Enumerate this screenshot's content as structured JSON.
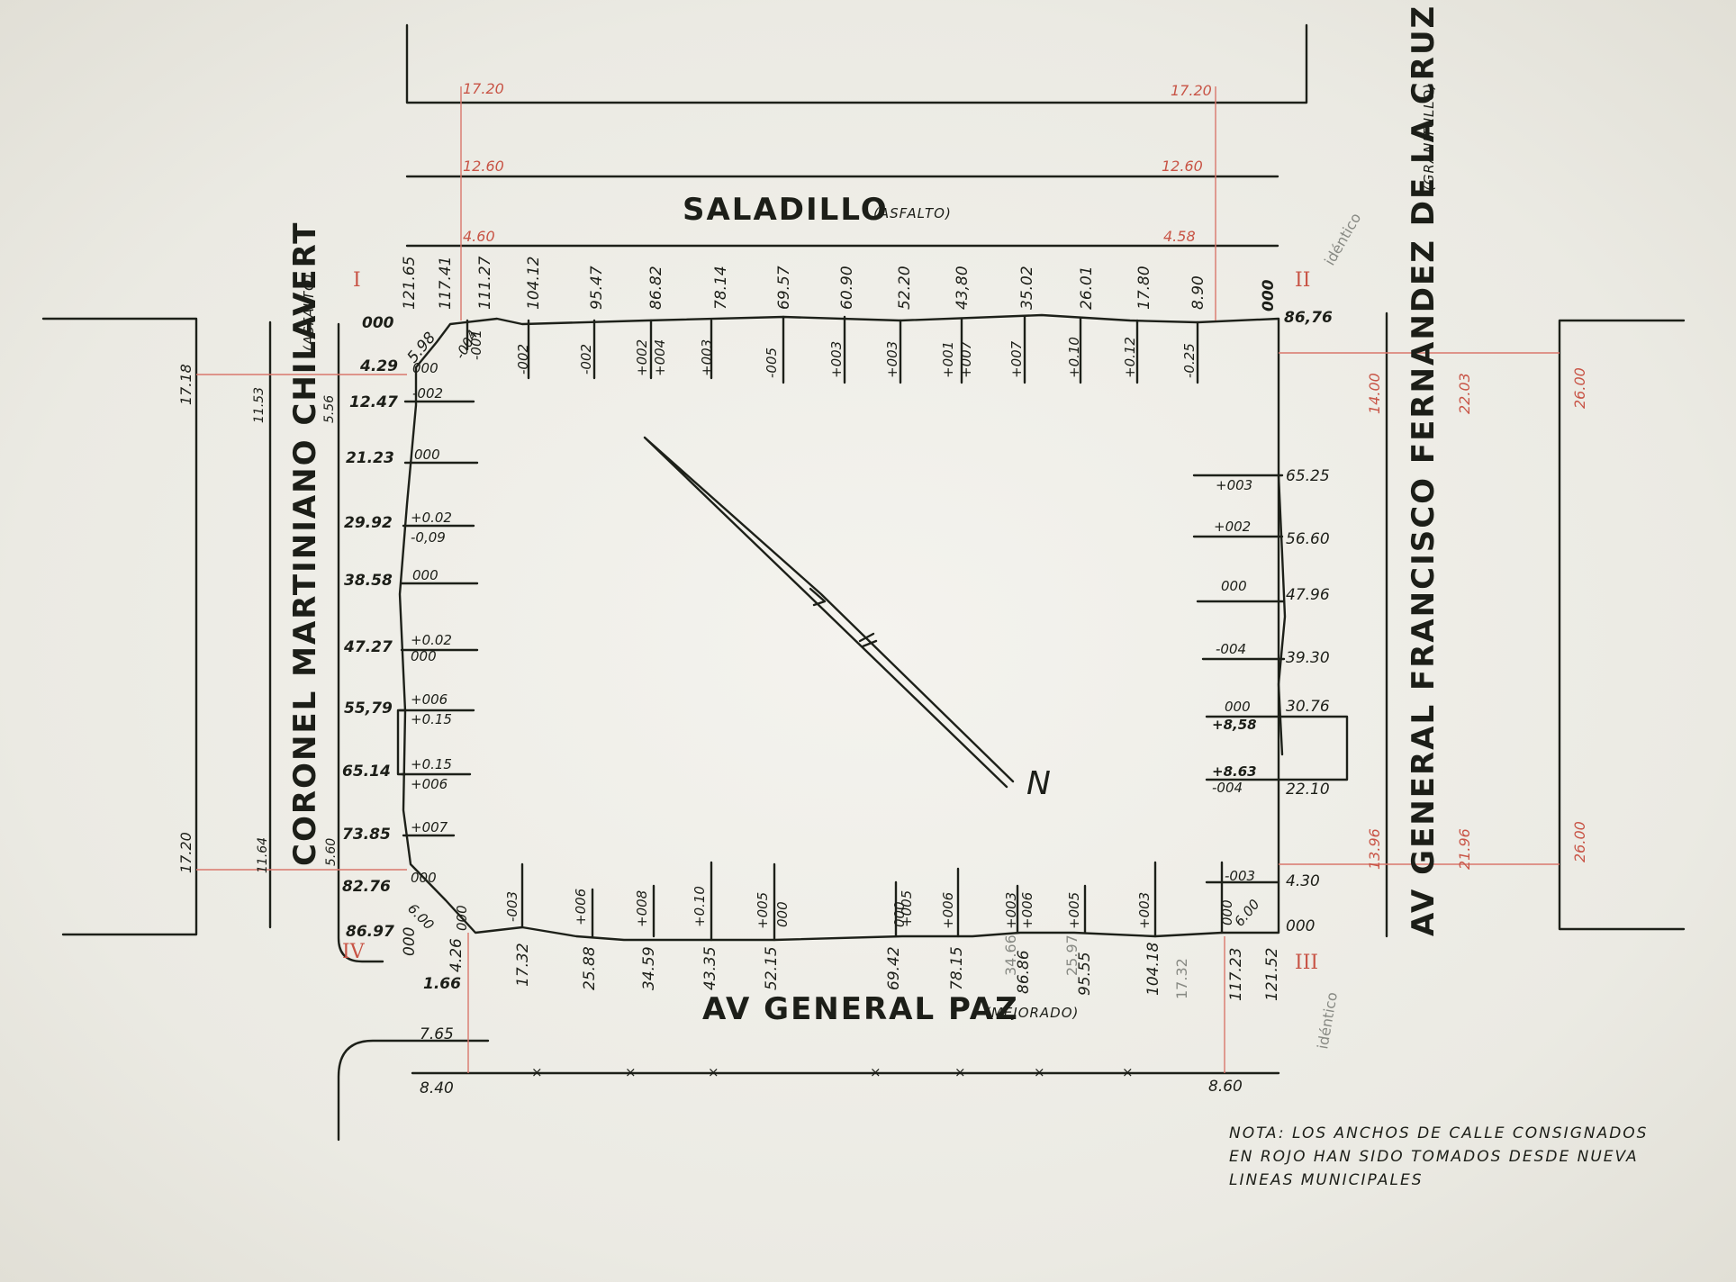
{
  "streets": {
    "north": {
      "name": "SALADILLO",
      "surface": "(ASFALTO)"
    },
    "west": {
      "name": "CORONEL MARTINIANO CHILAVERT",
      "surface": "(ASFALTO)"
    },
    "east": {
      "name": "AV GENERAL FRANCISCO FERNANDEZ DE LA CRUZ",
      "surface": "(GRANITULLO)"
    },
    "south": {
      "name": "AV GENERAL PAZ",
      "surface": "(MEJORADO)"
    }
  },
  "corners": {
    "i": "I",
    "ii": "II",
    "iii": "III",
    "iv": "IV"
  },
  "widths": {
    "north_top_left": "17.20",
    "north_top_right": "17.20",
    "north_mid_left": "12.60",
    "north_mid_right": "12.60",
    "north_low_left": "4.60",
    "north_low_right": "4.58",
    "west_far_top": "17.18",
    "west_far_bottom": "17.20",
    "west_mid_top": "11.53",
    "west_mid_bottom": "11.64",
    "west_near_top": "5.56",
    "west_near_bottom": "5.60",
    "east_near_top": "14.00",
    "east_near_bottom": "13.96",
    "east_mid_top": "22.03",
    "east_mid_bottom": "21.96",
    "east_far_top": "26.00",
    "east_far_bottom": "26.00",
    "south_left_a": "1.66",
    "south_left_b": "7.65",
    "south_left_c": "8.40",
    "south_right": "8.60"
  },
  "north_side": {
    "corner_left": "000",
    "corner_right": "000",
    "corner_right_value": "86,76",
    "chamfer": "5.98",
    "stations": [
      "121.65",
      "117.41",
      "111.27",
      "104.12",
      "95.47",
      "86.82",
      "78.14",
      "69.57",
      "60.90",
      "52.20",
      "43,80",
      "35.02",
      "26.01",
      "17.80",
      "8.90"
    ],
    "levels": [
      "-004",
      "-001",
      "-002",
      "-002",
      "+002",
      "+004",
      "+003",
      "-005",
      "+003",
      "+003",
      "+001",
      "+007",
      "+007",
      "+0.10",
      "+0.12",
      "-0.25"
    ]
  },
  "west_side": {
    "stations": [
      "4.29",
      "12.47",
      "21.23",
      "29.92",
      "38.58",
      "47.27",
      "55,79",
      "65.14",
      "73.85",
      "82.76",
      "86.97"
    ],
    "levels": [
      "000",
      "-002",
      "000",
      "+0.02",
      "-0,09",
      "000",
      "+0.02",
      "000",
      "+006",
      "+0.15",
      "+0.15",
      "+006",
      "+007",
      "000"
    ],
    "chamfer": "6.00"
  },
  "east_side": {
    "stations": [
      "65.25",
      "56.60",
      "47.96",
      "39.30",
      "30.76",
      "22.10",
      "4.30",
      "000"
    ],
    "levels": [
      "+003",
      "+002",
      "000",
      "-004",
      "000",
      "+8,58",
      "+8.63",
      "-004",
      "-003"
    ],
    "chamfer": "6.00"
  },
  "south_side": {
    "stations": [
      "000",
      "4.26",
      "17.32",
      "25.88",
      "34.59",
      "43.35",
      "52.15",
      "69.42",
      "78.15",
      "86.86",
      "95.55",
      "104.18",
      "117.23",
      "121.52"
    ],
    "levels": [
      "000",
      "-003",
      "+006",
      "+008",
      "+0.10",
      "+005",
      "000",
      "000",
      "+005",
      "+006",
      "+003",
      "+006",
      "+005",
      "+003",
      "000"
    ],
    "pencil": [
      "34.66",
      "25.97",
      "17.32"
    ]
  },
  "pencil_notes": {
    "north": "idéntico",
    "south": "idéntico"
  },
  "north_arrow": "N",
  "note": {
    "line1": "NOTA: LOS ANCHOS DE CALLE CONSIGNADOS",
    "line2": "EN ROJO HAN SIDO TOMADOS DESDE NUEVA",
    "line3": "LINEAS MUNICIPALES"
  }
}
